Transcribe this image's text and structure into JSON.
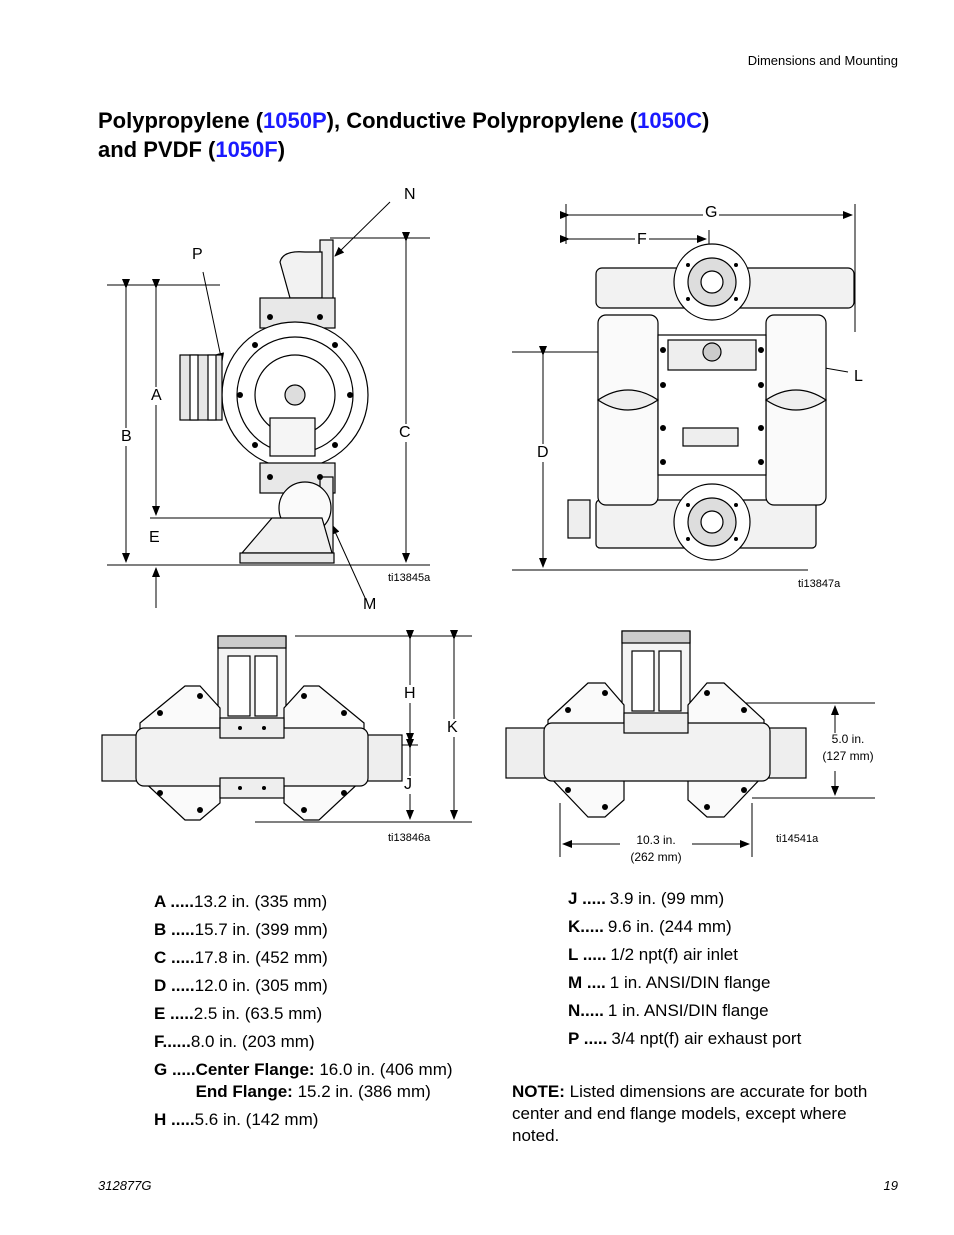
{
  "header": {
    "section": "Dimensions and Mounting"
  },
  "title": {
    "part1": "Polypropylene (",
    "code1": "1050P",
    "part2": "), Conductive Polypropylene (",
    "code2": "1050C",
    "part3": ")",
    "part4": "and PVDF (",
    "code3": "1050F",
    "part5": ")",
    "accent_color": "#1a1aff"
  },
  "figures": {
    "side": {
      "id": "ti13845a",
      "labels": {
        "N": "N",
        "P": "P",
        "A": "A",
        "B": "B",
        "C": "C",
        "E": "E",
        "M": "M"
      }
    },
    "front": {
      "id": "ti13847a",
      "labels": {
        "G": "G",
        "F": "F",
        "L": "L",
        "D": "D"
      }
    },
    "top": {
      "id": "ti13846a",
      "labels": {
        "H": "H",
        "K": "K",
        "J": "J"
      }
    },
    "top_end": {
      "id": "ti14541a",
      "dim_height_1": "5.0 in.",
      "dim_height_2": "(127 mm)",
      "dim_width_1": "10.3 in.",
      "dim_width_2": "(262 mm)"
    }
  },
  "dimensions_left": [
    {
      "key": "A .....",
      "value": "13.2 in. (335 mm)"
    },
    {
      "key": "B .....",
      "value": "15.7 in. (399 mm)"
    },
    {
      "key": "C .....",
      "value": "17.8 in. (452 mm)"
    },
    {
      "key": "D .....",
      "value": "12.0 in. (305 mm)"
    },
    {
      "key": "E .....",
      "value": "2.5 in. (63.5 mm)"
    },
    {
      "key": "F......",
      "value": "8.0 in. (203 mm)"
    }
  ],
  "dimension_g": {
    "key": "G .....",
    "center_label": "Center Flange:",
    "center_value": " 16.0 in. (406 mm)",
    "end_label": "End Flange:",
    "end_value": " 15.2 in. (386 mm)"
  },
  "dimension_h": {
    "key": "H .....",
    "value": "5.6 in. (142 mm)"
  },
  "dimensions_right": [
    {
      "key": "J .....",
      "value": "3.9 in. (99 mm)"
    },
    {
      "key": "K.....",
      "value": "9.6 in. (244 mm)"
    },
    {
      "key": "L .....",
      "value": "1/2 npt(f) air inlet"
    },
    {
      "key": "M ....",
      "value": "1 in. ANSI/DIN flange"
    },
    {
      "key": "N.....",
      "value": "1 in. ANSI/DIN flange"
    },
    {
      "key": "P .....",
      "value": "3/4 npt(f) air exhaust port"
    }
  ],
  "note": {
    "label": "NOTE:",
    "text": " Listed dimensions are accurate for both center and end flange models, except where noted."
  },
  "footer": {
    "doc_number": "312877G",
    "page_number": "19"
  }
}
